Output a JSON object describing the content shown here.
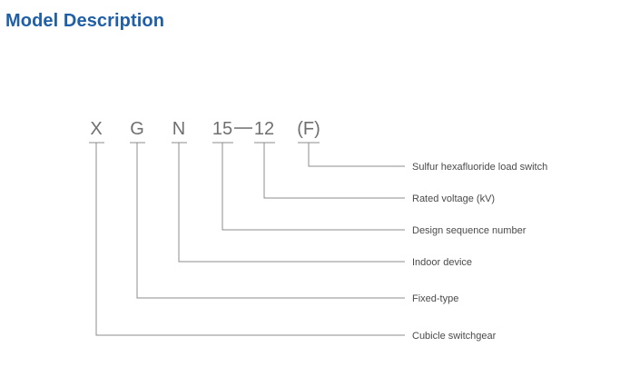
{
  "title": "Model Description",
  "code": {
    "letter1": "X",
    "letter2": "G",
    "letter3": "N",
    "number1": "15",
    "number2": "12",
    "suffix": "(F)"
  },
  "descriptions": {
    "suffix": "Sulfur hexafluoride load switch",
    "number2": "Rated voltage (kV)",
    "number1": "Design sequence number",
    "letter3": "Indoor device",
    "letter2": "Fixed-type",
    "letter1": "Cubicle switchgear"
  }
}
